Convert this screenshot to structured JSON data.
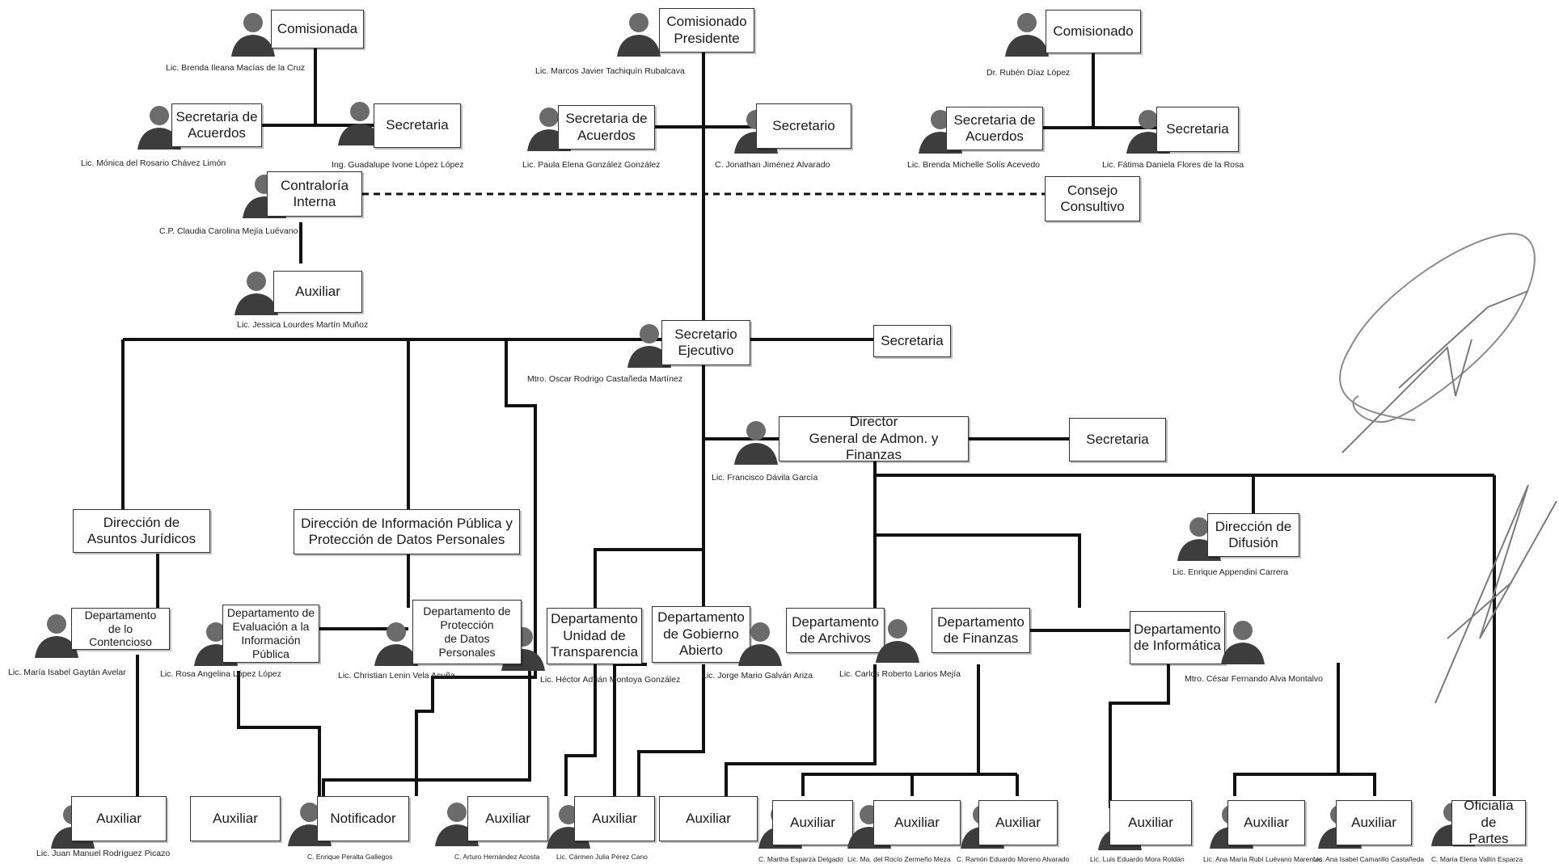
{
  "positions": {
    "comisionada": {
      "title": "Comisionada",
      "name": "Lic. Brenda Ileana Macías de la Cruz"
    },
    "comisionado_presidente": {
      "title": "Comisionado\nPresidente",
      "name": "Lic. Marcos Javier Tachiquín Rubalcava"
    },
    "comisionado": {
      "title": "Comisionado",
      "name": "Dr. Rubén Díaz López"
    },
    "sec_acuerdos_1": {
      "title": "Secretaria de\nAcuerdos",
      "name": "Lic. Mónica del Rosario Chávez Limón"
    },
    "secretaria_1": {
      "title": "Secretaria",
      "name": "Ing. Guadalupe Ivone López López"
    },
    "sec_acuerdos_2": {
      "title": "Secretaria de\nAcuerdos",
      "name": "Lic. Paula Elena González González"
    },
    "secretario_2": {
      "title": "Secretario",
      "name": "C. Jonathan Jiménez Alvarado"
    },
    "sec_acuerdos_3": {
      "title": "Secretaria de\nAcuerdos",
      "name": "Lic. Brenda Michelle Solís Acevedo"
    },
    "secretaria_3": {
      "title": "Secretaria",
      "name": "Lic. Fátima Daniela Flores de la Rosa"
    },
    "contraloria": {
      "title": "Contraloría\nInterna",
      "name": "C.P. Claudia Carolina Mejía Luévano"
    },
    "consejo": {
      "title": "Consejo\nConsultivo"
    },
    "auxiliar_contraloria": {
      "title": "Auxiliar",
      "name": "Lic. Jessica Lourdes Martín Muñoz"
    },
    "secretario_ejecutivo": {
      "title": "Secretario\nEjecutivo",
      "name": "Mtro. Oscar Rodrigo Castañeda Martínez"
    },
    "secretaria_ejecutivo": {
      "title": "Secretaria"
    },
    "director_general": {
      "title": "Director\nGeneral de Admon. y Finanzas",
      "name": "Lic. Francisco Dávila García"
    },
    "secretaria_director": {
      "title": "Secretaria"
    },
    "dir_juridicos": {
      "title": "Dirección de\nAsuntos Jurídicos"
    },
    "dir_informacion": {
      "title": "Dirección de Información Pública y\nProtección de Datos Personales"
    },
    "dir_difusion": {
      "title": "Dirección de\nDifusión",
      "name": "Lic. Enrique Appendini Carrera"
    },
    "dep_contencioso": {
      "title": "Departamento\nde lo Contencioso",
      "name": "Lic. María Isabel Gaytán Avelar"
    },
    "dep_evaluacion": {
      "title": "Departamento de\nEvaluación a la\nInformación\nPública",
      "name": "Lic. Rosa Angelina López López"
    },
    "dep_proteccion": {
      "title": "Departamento de\nProtección\nde Datos\nPersonales",
      "name": "Lic. Christian Lenin Vela Acuña"
    },
    "dep_transparencia": {
      "title": "Departamento\nUnidad de\nTransparencia",
      "name": "Lic. Héctor Adrián Montoya González"
    },
    "dep_gobierno": {
      "title": "Departamento\nde Gobierno\nAbierto",
      "name": "Lic. Jorge Mario Galván Ariza"
    },
    "dep_archivos": {
      "title": "Departamento\nde Archivos",
      "name": "Lic. Carlos Roberto Larios Mejía"
    },
    "dep_finanzas": {
      "title": "Departamento\nde Finanzas"
    },
    "dep_informatica": {
      "title": "Departamento\nde Informática",
      "name": "Mtro. César Fernando Alva Montalvo"
    },
    "aux_1": {
      "title": "Auxiliar",
      "name": "Lic. Juan Manuel Rodríguez Picazo"
    },
    "aux_2": {
      "title": "Auxiliar"
    },
    "notificador": {
      "title": "Notificador",
      "name": "C. Enrique Peralta Gallegos"
    },
    "aux_3": {
      "title": "Auxiliar",
      "name": "C. Arturo Hernández Acosta"
    },
    "aux_4": {
      "title": "Auxiliar",
      "name": "Lic. Cármen Julia Pérez Cano"
    },
    "aux_5": {
      "title": "Auxiliar"
    },
    "aux_6": {
      "title": "Auxiliar",
      "name": "C. Martha Esparza Delgado"
    },
    "aux_7": {
      "title": "Auxiliar",
      "name": "Lic. Ma. del Rocío Zermeño Meza"
    },
    "aux_8": {
      "title": "Auxiliar",
      "name": "C. Ramón Eduardo Moreno Alvarado"
    },
    "aux_9": {
      "title": "Auxiliar",
      "name": "Lic. Luis Eduardo Mora Roldán"
    },
    "aux_10": {
      "title": "Auxiliar",
      "name": "Lic. Ana María Rubí Luévano Marentes"
    },
    "aux_11": {
      "title": "Auxiliar",
      "name": "Lic. Ana Isabel Camarillo Castañeda"
    },
    "oficialia": {
      "title": "Oficialía de\nPartes",
      "name": "C. María Elena Vallín Esparza"
    }
  },
  "icons": {
    "photo": "person-photo-icon",
    "signature": "handwritten-signature"
  }
}
